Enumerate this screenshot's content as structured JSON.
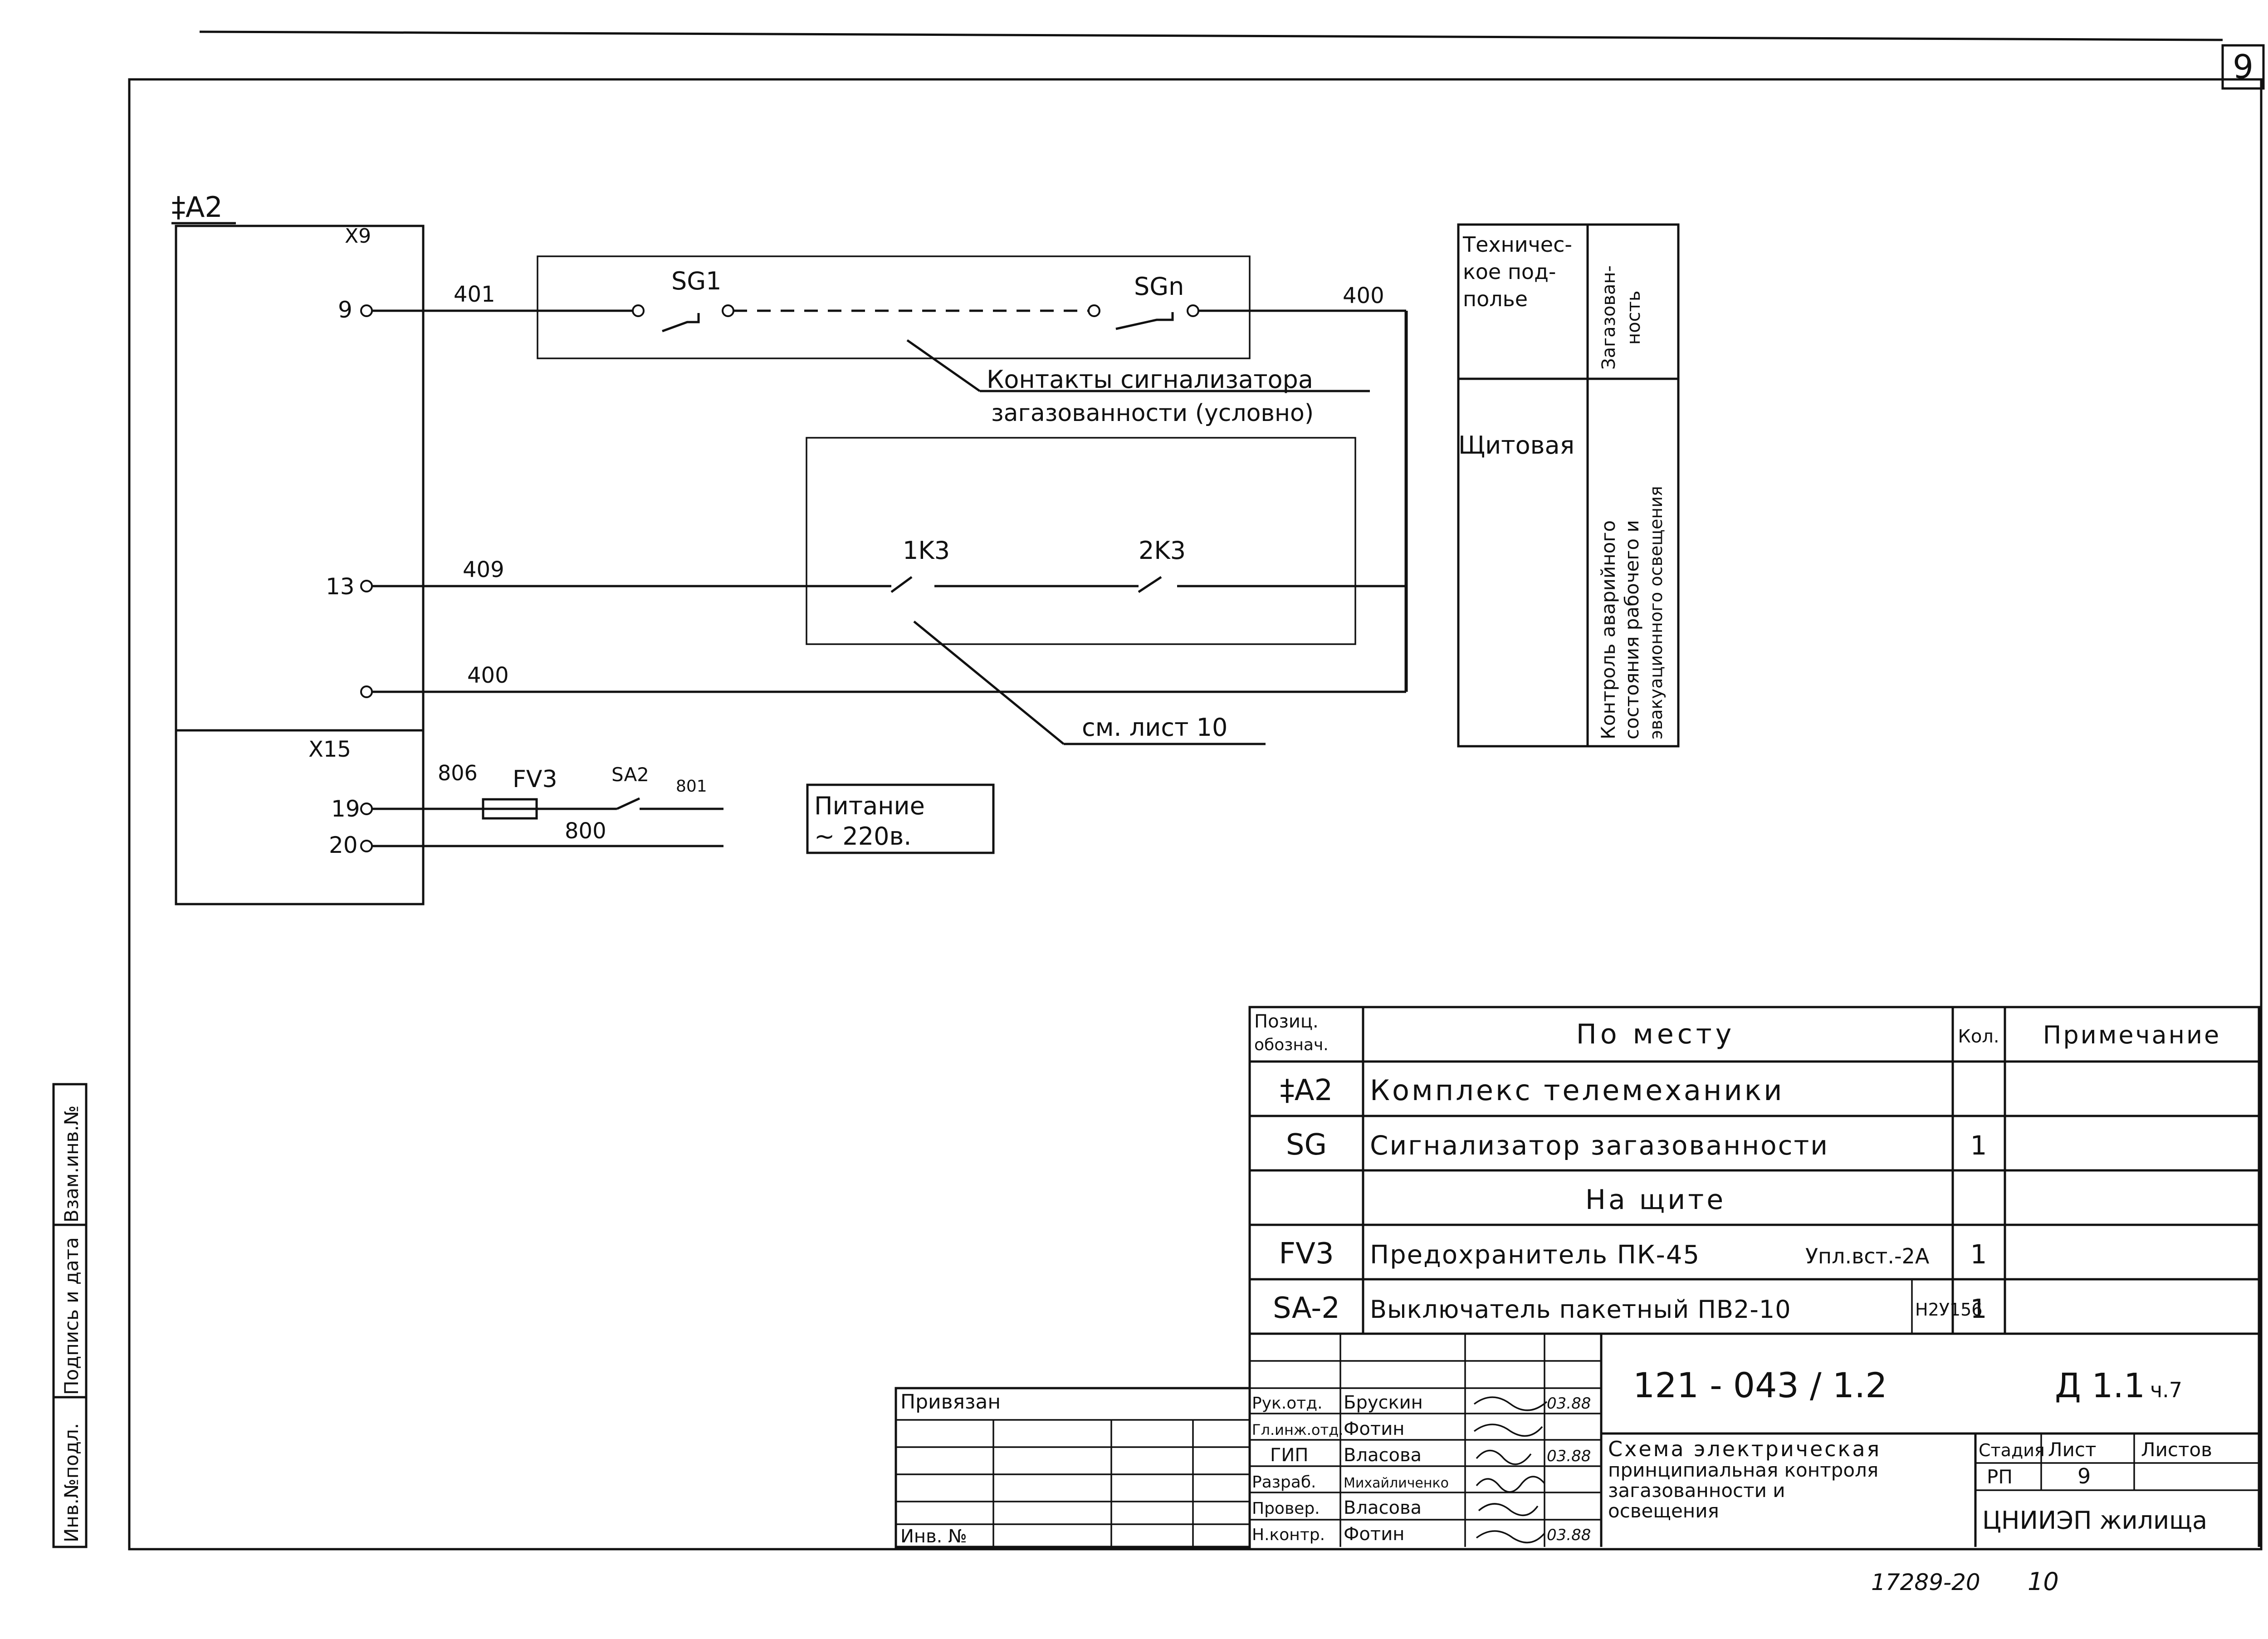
{
  "sheet_number": "9",
  "device": {
    "name": "‡A2",
    "strip_top": "X9",
    "strip_bottom": "X15",
    "terminals": [
      "9",
      "13",
      "19",
      "20"
    ]
  },
  "wires": {
    "w401": "401",
    "w400_top": "400",
    "w409": "409",
    "w400_bottom": "400",
    "w806": "806",
    "w801": "801",
    "w800": "800"
  },
  "components": {
    "sg1": "SG1",
    "sgn": "SGn",
    "k1": "1K3",
    "k2": "2K3",
    "fuse": "FV3",
    "switch": "SA2"
  },
  "notes": {
    "contacts_line1": "Контакты сигнализатора",
    "contacts_line2": "загазованности (условно)",
    "see_sheet": "см. лист 10",
    "power_line1": "Питание",
    "power_line2": "~ 220в."
  },
  "location_table": {
    "row1_place_lines": [
      "Техничес-",
      "кое под-",
      "полье"
    ],
    "row1_func_lines": [
      "Загазован-",
      "ность"
    ],
    "row2_place": "Щитовая",
    "row2_func_lines": [
      "Контроль аварийного",
      "состояния рабочего и",
      "эвакуационного освещения"
    ]
  },
  "spec": {
    "headers": {
      "pos": [
        "Позиц.",
        "обознач."
      ],
      "name": "По месту",
      "qty": "Кол.",
      "note": "Примечание"
    },
    "rows": [
      {
        "pos": "‡A2",
        "name": "Комплекс телемеханики",
        "extra": "",
        "qty": ""
      },
      {
        "pos": "SG",
        "name": "Сигнализатор загазованности",
        "extra": "",
        "qty": "1"
      },
      {
        "pos": "",
        "name": "На щите",
        "extra": "",
        "qty": ""
      },
      {
        "pos": "FV3",
        "name": "Предохранитель ПК-45",
        "extra": "Упл.вст.-2А",
        "qty": "1"
      },
      {
        "pos": "SA-2",
        "name": "Выключатель пакетный ПВ2-10",
        "extra": "Н2У156",
        "qty": "1"
      }
    ]
  },
  "title_block": {
    "attached": "Привязан",
    "inv_no": "Инв. №",
    "doc_code": "121 - 043 / 1.2",
    "doc_part": "Д 1.1",
    "doc_part_small": "ч.7",
    "title_lines": [
      "Схема электрическая",
      "принципиальная контроля",
      "загазованности и",
      "освещения"
    ],
    "stage_h": "Стадия",
    "sheet_h": "Лист",
    "sheets_h": "Листов",
    "stage": "РП",
    "sheet": "9",
    "org": "ЦНИИЭП жилища",
    "people": [
      {
        "role": "Рук.отд.",
        "name": "Брускин",
        "date": "03.88"
      },
      {
        "role": "Гл.инж.отд.",
        "name": "Фотин",
        "date": ""
      },
      {
        "role": "ГИП",
        "name": "Власова",
        "date": "03.88"
      },
      {
        "role": "Разраб.",
        "name": "Михайличенко",
        "date": ""
      },
      {
        "role": "Провер.",
        "name": "Власова",
        "date": ""
      },
      {
        "role": "Н.контр.",
        "name": "Фотин",
        "date": "03.88"
      }
    ]
  },
  "side_stamp": [
    "Инв.№подл.",
    "Подпись и дата",
    "Взам.инв.№"
  ],
  "footer": {
    "archive": "17289-20",
    "page": "10"
  }
}
